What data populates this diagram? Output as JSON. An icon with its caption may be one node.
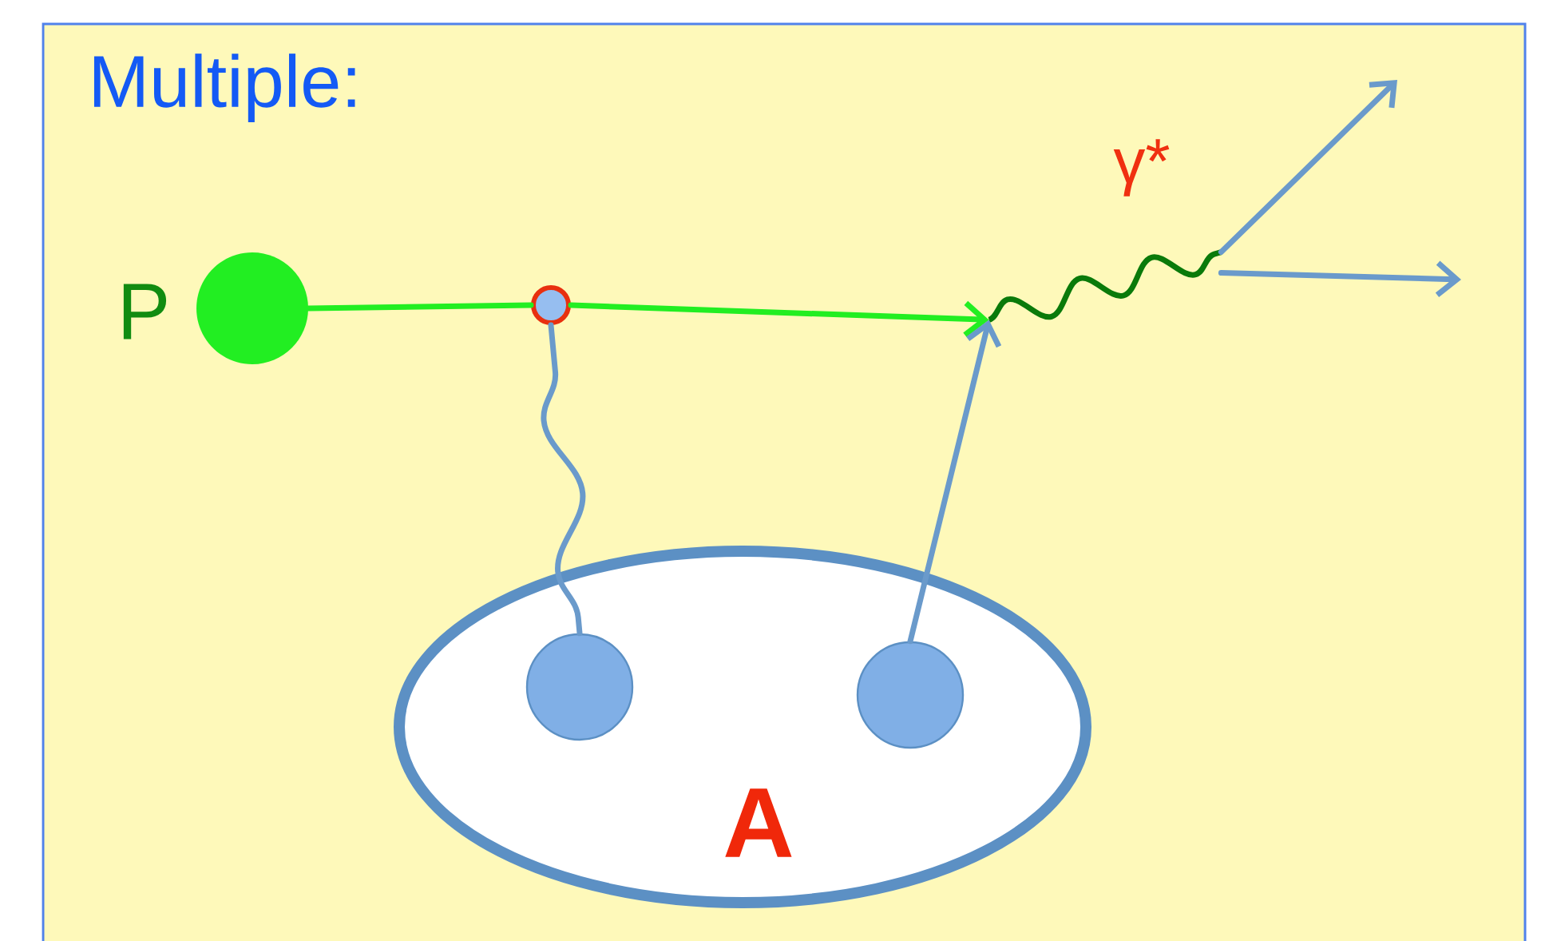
{
  "diagram": {
    "title": "Multiple:",
    "nodes": [
      {
        "text": [],
        "shape": "circle",
        "beside": [
          "P"
        ]
      },
      {
        "text": [],
        "shape": "circle"
      },
      {
        "text": [],
        "shape": "wave",
        "beside": [
          "γ*"
        ]
      },
      {
        "text": [
          "A"
        ]
      },
      {
        "text": [],
        "shape": "circle",
        "in": 3
      },
      {
        "text": [],
        "shape": "circle",
        "in": 3
      }
    ],
    "edges": [
      {
        "from": 0,
        "to": 1,
        "arrow": "none",
        "color": "#22ee22"
      },
      {
        "from": 1,
        "to": 2,
        "arrow": "to",
        "color": "#22ee22"
      },
      {
        "from": 4,
        "to": 1,
        "arrow": "none"
      },
      {
        "from": 5,
        "to": 2,
        "arrow": "to"
      },
      {
        "from": 2,
        "to": null,
        "arrow": "to"
      },
      {
        "from": 2,
        "to": null,
        "arrow": "to"
      }
    ]
  }
}
